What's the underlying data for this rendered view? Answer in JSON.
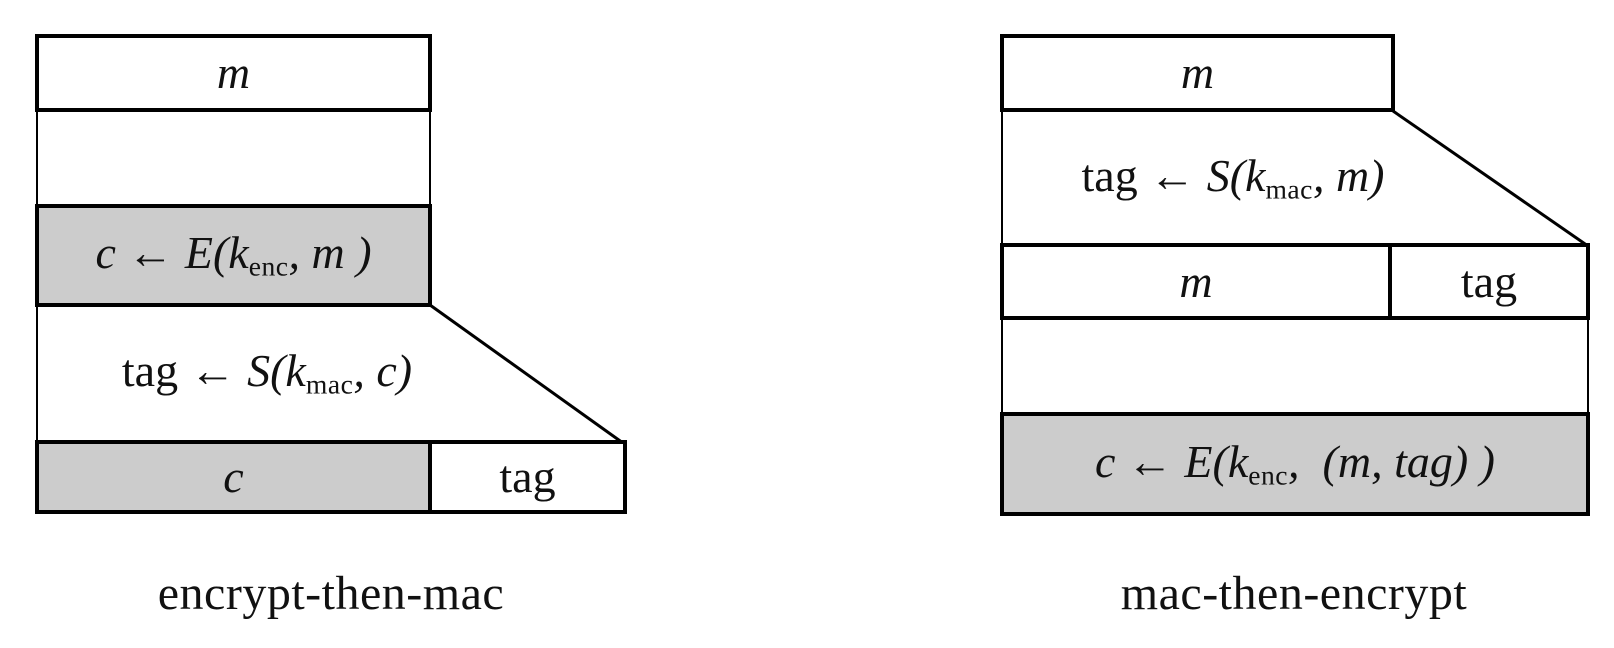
{
  "colors": {
    "box_fill_gray": "#cccccc",
    "box_fill_white": "#ffffff",
    "line": "#000000"
  },
  "left": {
    "caption": "encrypt-then-mac",
    "message_box": "m",
    "encrypt_expr": {
      "lead": "c",
      "arrow": " ← ",
      "fn": "E(k",
      "sub": "enc",
      "tail": ", m )"
    },
    "tag_expr": {
      "lead": "tag",
      "arrow": " ← ",
      "fn": "S(k",
      "sub": "mac",
      "tail": ", c)"
    },
    "output_c": "c",
    "output_tag": "tag"
  },
  "right": {
    "caption": "mac-then-encrypt",
    "message_box": "m",
    "tag_expr": {
      "lead": "tag",
      "arrow": " ← ",
      "fn": "S(k",
      "sub": "mac",
      "tail": ", m)"
    },
    "mid_m": "m",
    "mid_tag": "tag",
    "encrypt_expr": {
      "lead": "c",
      "arrow": " ← ",
      "fn": "E(k",
      "sub": "enc",
      "tail": ",  (m, tag) )"
    }
  }
}
